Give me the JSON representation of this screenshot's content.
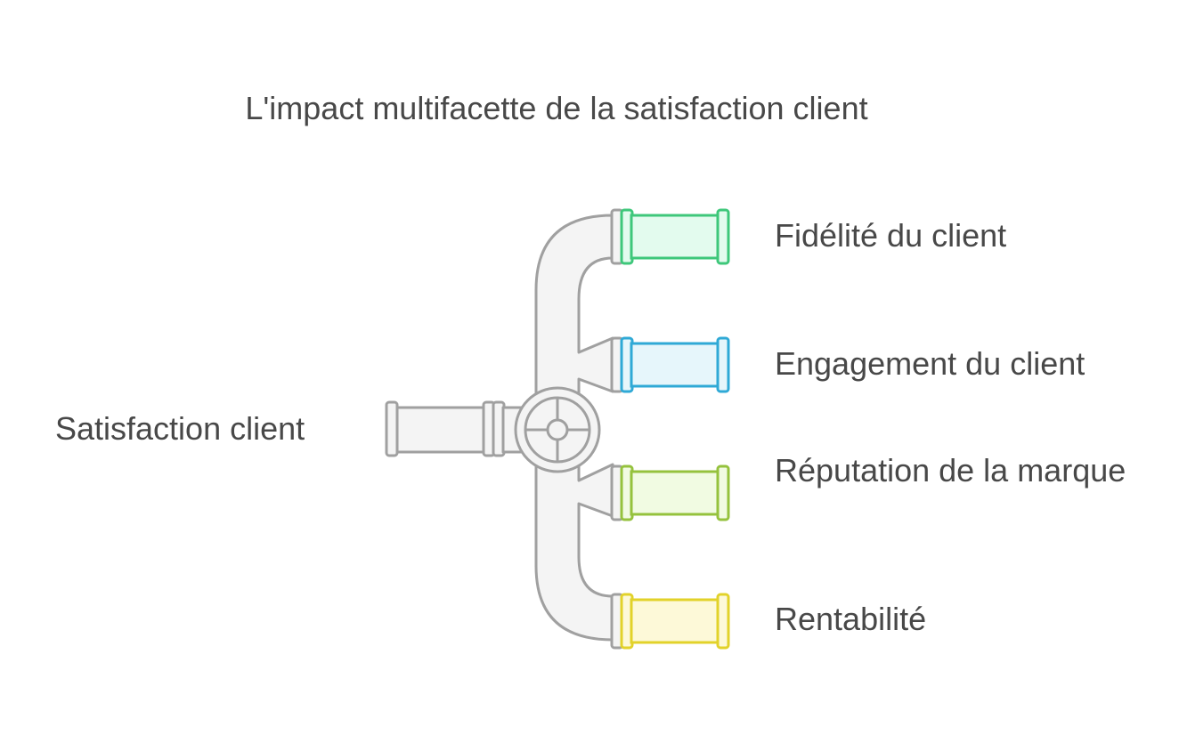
{
  "diagram": {
    "title": "L'impact multifacette de la satisfaction client",
    "source": {
      "label": "Satisfaction client"
    },
    "outputs": [
      {
        "label": "Fidélité du client",
        "color": "#3ec77a",
        "fill": "#e3fbee"
      },
      {
        "label": "Engagement du client",
        "color": "#2fa9d6",
        "fill": "#e6f6fb"
      },
      {
        "label": "Réputation de la marque",
        "color": "#95c23d",
        "fill": "#f1fbe2"
      },
      {
        "label": "Rentabilité",
        "color": "#e2d22a",
        "fill": "#fdf9d8"
      }
    ],
    "pipe_color": "#a0a0a0",
    "pipe_fill": "#f4f4f4"
  }
}
